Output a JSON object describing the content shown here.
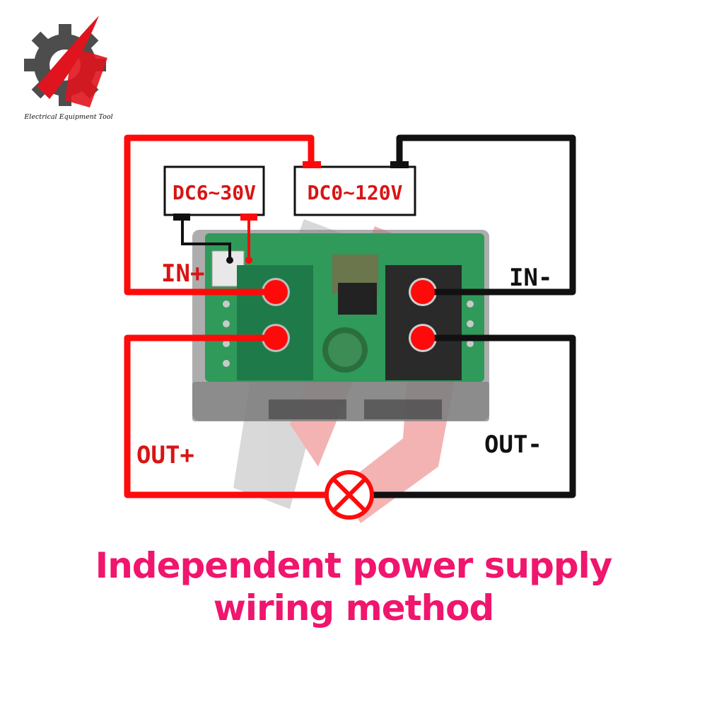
{
  "brand": {
    "name": "Electrical Equipment Tool",
    "colors": {
      "red": "#e0141e",
      "gray": "#555555"
    }
  },
  "labels": {
    "supply_low": "DC6~30V",
    "supply_high": "DC0~120V",
    "in_plus": "IN+",
    "in_minus": "IN-",
    "out_plus": "OUT+",
    "out_minus": "OUT-"
  },
  "caption": {
    "line1": "Independent power supply",
    "line2": "wiring method"
  },
  "colors": {
    "wire_positive": "#ff0a0a",
    "wire_negative": "#111111",
    "caption": "#f0156d",
    "label_red": "#d91414",
    "pcb": "#2f9a5a",
    "terminal": "#1f7a4a",
    "watermark": "#e23a3a"
  },
  "icons": [
    "gear-logo-icon",
    "lamp-load-icon",
    "capacitor-icon"
  ]
}
